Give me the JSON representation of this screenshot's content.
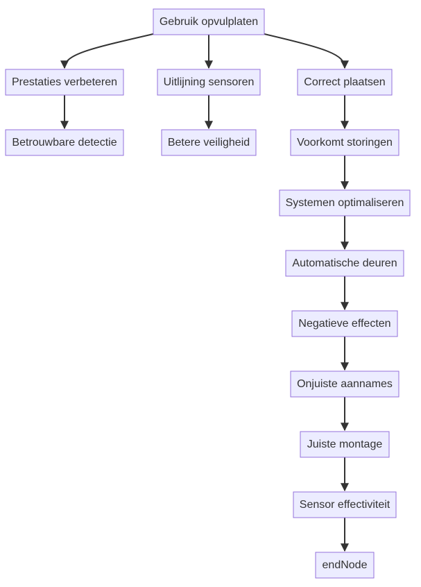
{
  "diagram": {
    "type": "flowchart",
    "direction": "top-down",
    "colors": {
      "node_fill": "#ececff",
      "node_stroke": "#9370db",
      "text": "#333333",
      "edge": "#333333"
    },
    "nodes": {
      "gebruik": "Gebruik opvulplaten",
      "prestaties": "Prestaties verbeteren",
      "uitlijning": "Uitlijning sensoren",
      "correct": "Correct plaatsen",
      "betrouwbare": "Betrouwbare detectie",
      "veiligheid": "Betere veiligheid",
      "voorkomt": "Voorkomt storingen",
      "systemen": "Systemen optimaliseren",
      "automatische": "Automatische deuren",
      "negatieve": "Negatieve effecten",
      "onjuiste": "Onjuiste aannames",
      "juiste": "Juiste montage",
      "sensor": "Sensor effectiviteit",
      "endnode": "endNode"
    },
    "edges": [
      [
        "gebruik",
        "prestaties"
      ],
      [
        "gebruik",
        "uitlijning"
      ],
      [
        "gebruik",
        "correct"
      ],
      [
        "prestaties",
        "betrouwbare"
      ],
      [
        "uitlijning",
        "veiligheid"
      ],
      [
        "correct",
        "voorkomt"
      ],
      [
        "voorkomt",
        "systemen"
      ],
      [
        "systemen",
        "automatische"
      ],
      [
        "automatische",
        "negatieve"
      ],
      [
        "negatieve",
        "onjuiste"
      ],
      [
        "onjuiste",
        "juiste"
      ],
      [
        "juiste",
        "sensor"
      ],
      [
        "sensor",
        "endnode"
      ]
    ]
  }
}
